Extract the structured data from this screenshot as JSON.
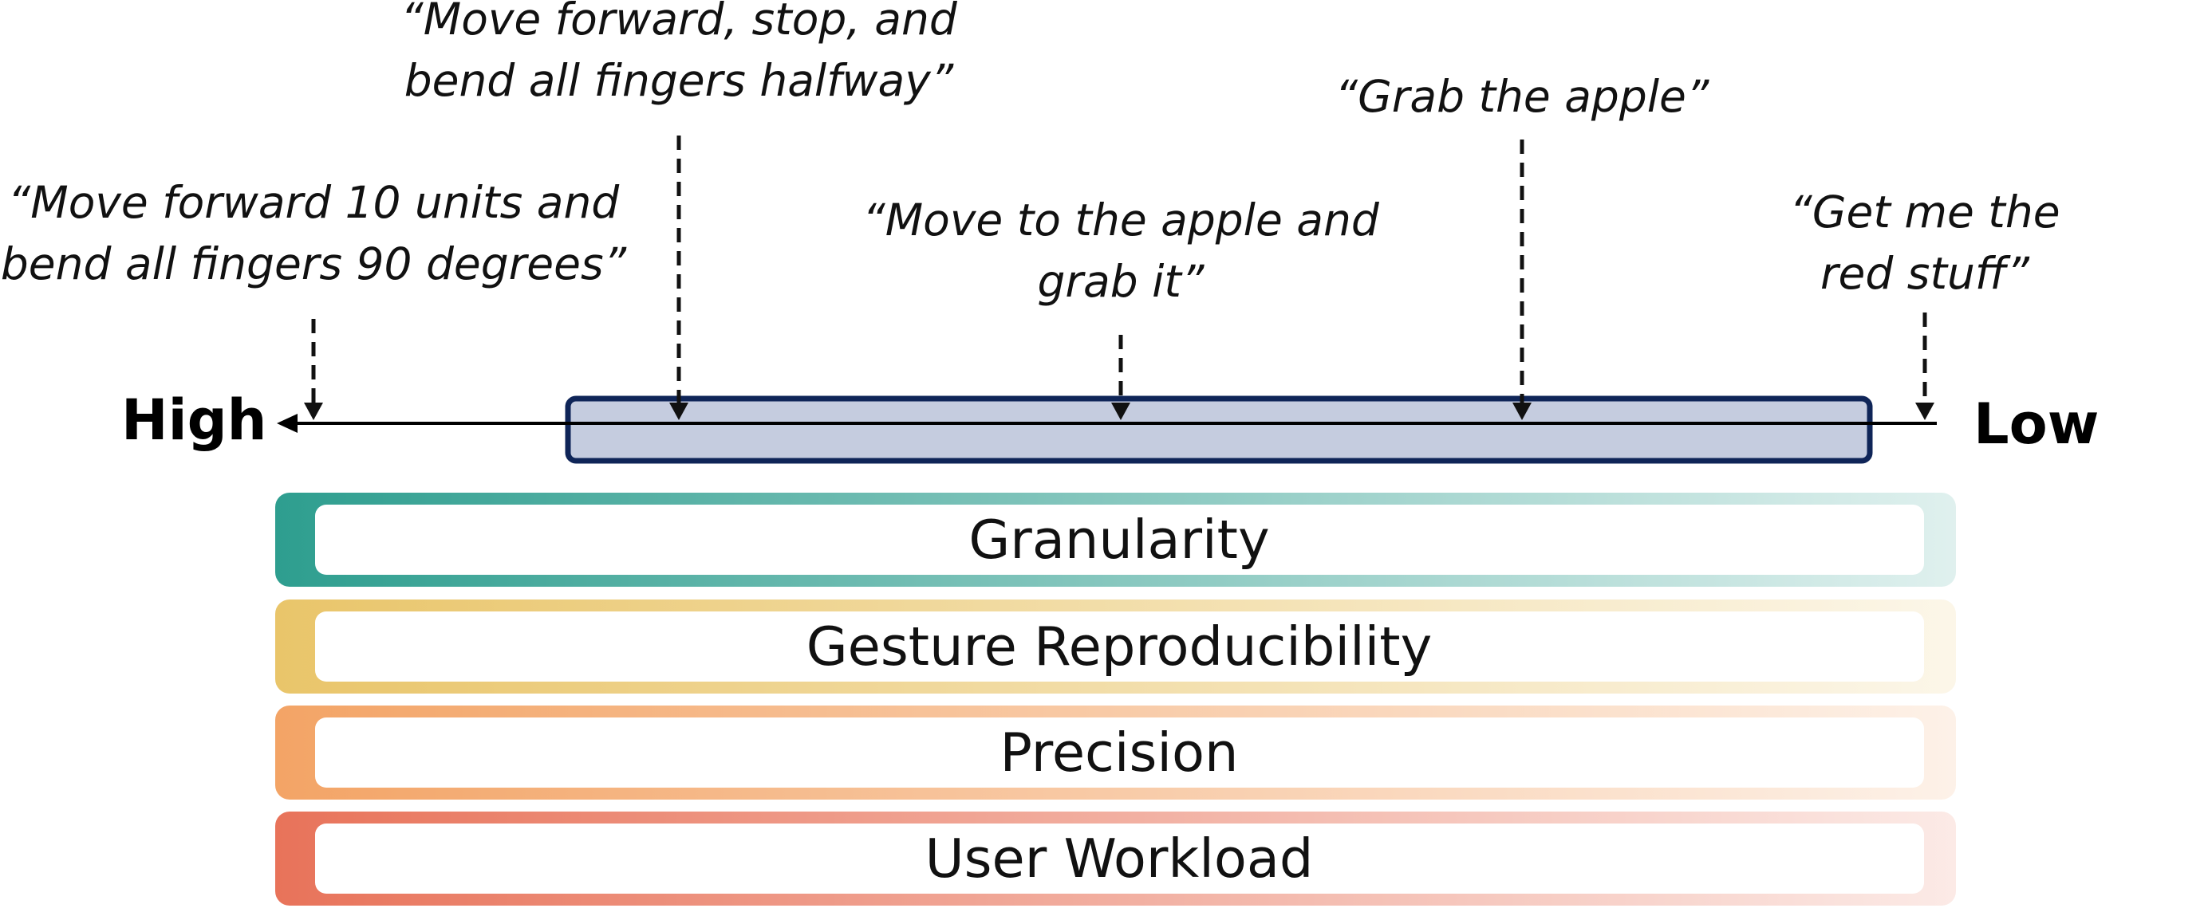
{
  "scale": {
    "high_label": "High",
    "low_label": "Low"
  },
  "instructions": [
    {
      "lines": [
        "“Move forward 10 units and",
        "bend all fingers 90 degrees”"
      ]
    },
    {
      "lines": [
        "“Move forward, stop, and",
        "bend all fingers halfway”"
      ]
    },
    {
      "lines": [
        "“Move to the apple and",
        "grab it”"
      ]
    },
    {
      "lines": [
        "“Grab the apple”"
      ]
    },
    {
      "lines": [
        "“Get me the",
        "red stuff”"
      ]
    }
  ],
  "bars": [
    {
      "label": "Granularity",
      "color": "#2E9E8F"
    },
    {
      "label": "Gesture Reproducibility",
      "color": "#E9C56A"
    },
    {
      "label": "Precision",
      "color": "#F3A466"
    },
    {
      "label": "User Workload",
      "color": "#E8735A"
    }
  ],
  "colors": {
    "highlight_fill": "#C5CCDF",
    "highlight_border": "#0F2558",
    "axis": "#000000"
  }
}
